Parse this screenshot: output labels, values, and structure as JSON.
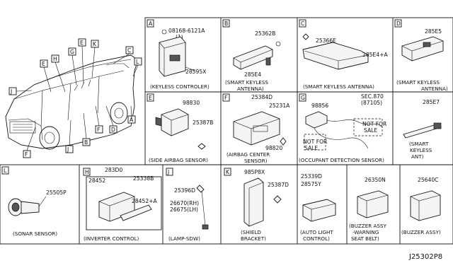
{
  "car_view": {
    "callouts": [
      "A",
      "B",
      "C",
      "D",
      "E",
      "E",
      "F",
      "G",
      "H",
      "J",
      "J",
      "K",
      "L"
    ]
  },
  "sections": {
    "A": {
      "letter": "A",
      "parts": [
        "08168-6121A",
        "(1)",
        "28595X"
      ],
      "caption": "(KEYLESS CONTROLER)"
    },
    "B": {
      "letter": "B",
      "parts": [
        "25362B",
        "285E4"
      ],
      "caption": [
        "(SMART KEYLESS",
        "ANTENNA)"
      ]
    },
    "C": {
      "letter": "C",
      "parts": [
        "25366E",
        "285E4+A"
      ],
      "caption": "(SMART KEYLESS ANTENNA)"
    },
    "D": {
      "letter": "D",
      "parts": [
        "285E5"
      ],
      "caption": [
        "(SMART KEYLESS",
        "ANTENNA)"
      ]
    },
    "E": {
      "letter": "E",
      "parts": [
        "98830",
        "25387B"
      ],
      "caption": "(SIDE AIRBAG SENSOR)"
    },
    "F": {
      "letter": "F",
      "parts": [
        "25384D",
        "25231A",
        "98820"
      ],
      "caption": [
        "(AIRBAG CENTER",
        "SENSOR)"
      ]
    },
    "G": {
      "letter": "G",
      "parts": [
        "SEC.870",
        "(87105)",
        "98856",
        "NOT FOR",
        "SALE",
        "NOT FOR",
        "SALE"
      ],
      "caption": "(OCCUPANT DETECTION SENSOR)"
    },
    "285E7": {
      "parts": [
        "285E7"
      ],
      "caption": [
        "(SMART",
        "KEYLESS",
        "ANT)"
      ]
    },
    "L": {
      "letter": "L",
      "parts": [
        "25505P"
      ],
      "caption": "(SONAR SENSOR)"
    },
    "H": {
      "letter": "H",
      "parts": [
        "283D0",
        "25338B",
        "28452",
        "28452+A"
      ],
      "caption": "(INVERTER CONTROL)"
    },
    "J": {
      "letter": "J",
      "parts": [
        "25396D",
        "26670(RH)",
        "26675(LH)"
      ],
      "caption": "(LAMP-SDW)"
    },
    "K": {
      "letter": "K",
      "parts": [
        "985P8X",
        "25387D"
      ],
      "caption": [
        "(SHIELD",
        "BRACKET)"
      ]
    },
    "auto_light": {
      "parts": [
        "25339D",
        "28575Y"
      ],
      "caption": [
        "(AUTO LIGHT",
        "CONTROL)"
      ]
    },
    "buzzer1": {
      "parts": [
        "26350N"
      ],
      "caption": [
        "(BUZZER ASSY",
        "-WARNING",
        "SEAT BELT)"
      ]
    },
    "buzzer2": {
      "parts": [
        "25640C"
      ],
      "caption": "(BUZZER ASSY)"
    }
  },
  "diagram_id": "J25302P8"
}
